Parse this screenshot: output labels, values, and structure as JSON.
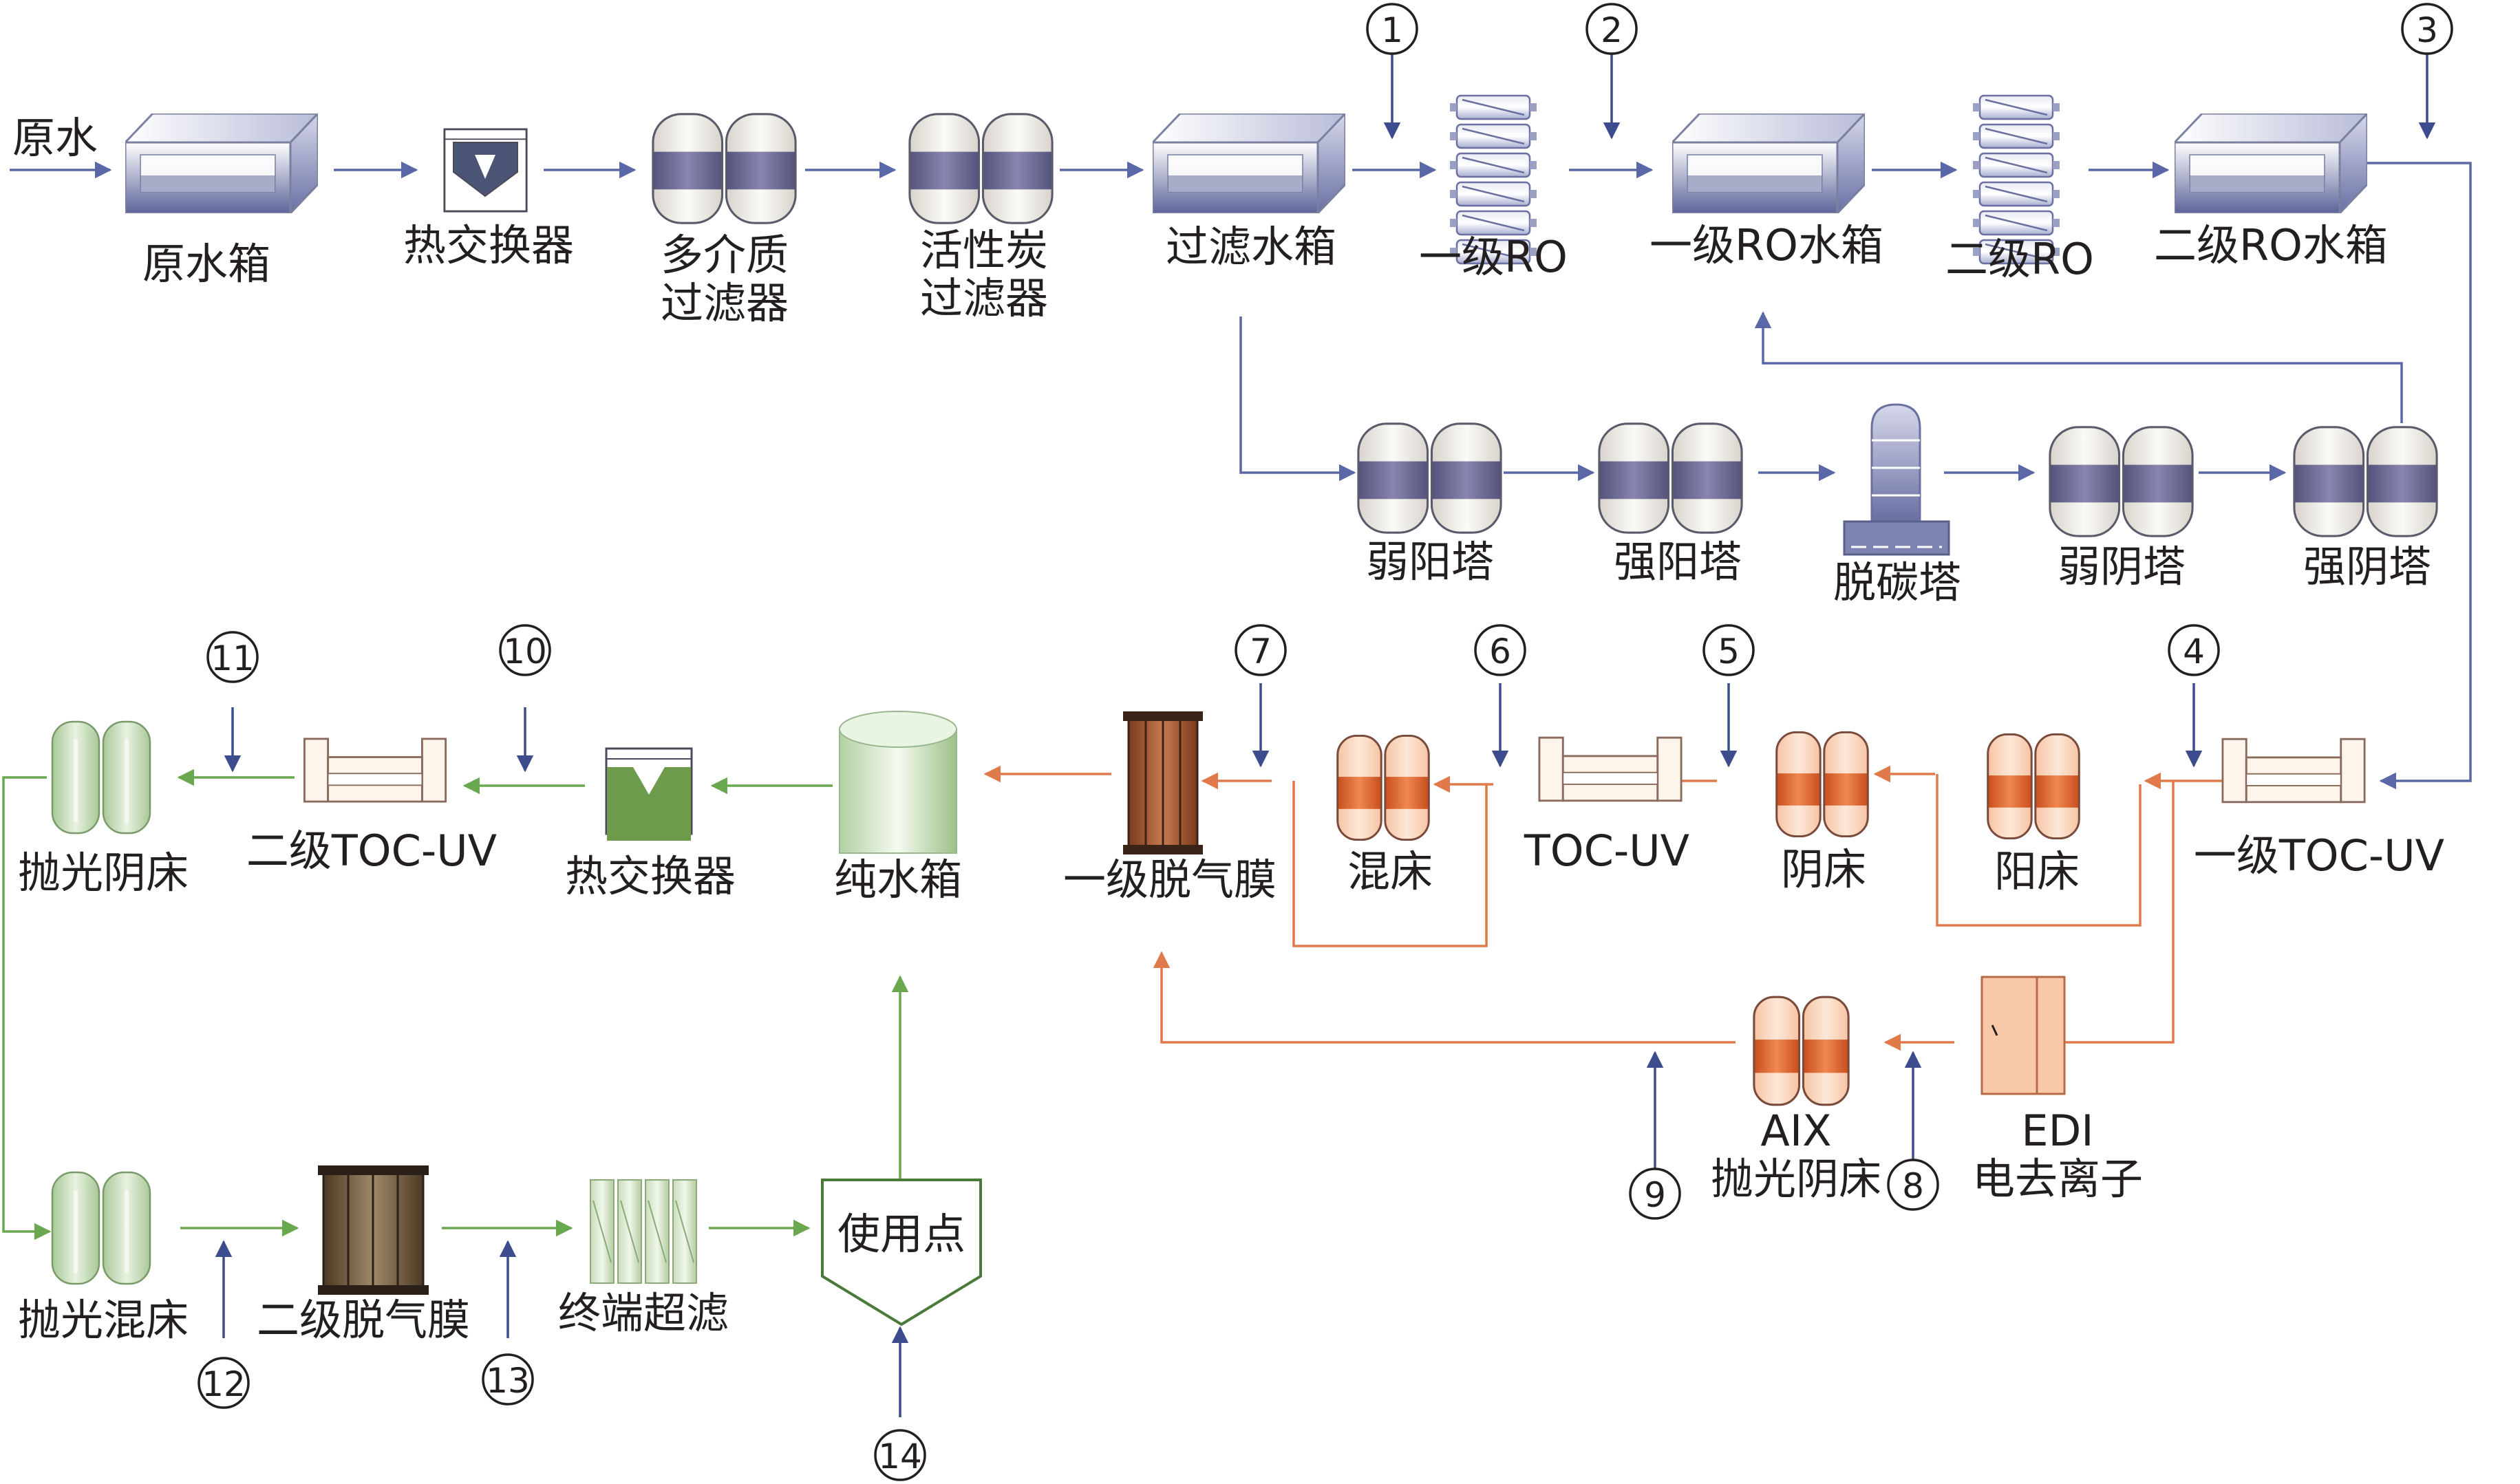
{
  "labels": {
    "raw_water": "原水",
    "raw_water_tank": "原水箱",
    "heat_exchanger_1": "热交换器",
    "multimedia_filter_line1": "多介质",
    "multimedia_filter_line2": "过滤器",
    "carbon_filter_line1": "活性炭",
    "carbon_filter_line2": "过滤器",
    "filtered_water_tank": "过滤水箱",
    "ro1": "一级RO",
    "ro1_tank": "一级RO水箱",
    "ro2": "二级RO",
    "ro2_tank": "二级RO水箱",
    "weak_cation": "弱阳塔",
    "strong_cation": "强阳塔",
    "decarbonator": "脱碳塔",
    "weak_anion": "弱阴塔",
    "strong_anion": "强阴塔",
    "toc_uv1": "一级TOC-UV",
    "cation_bed": "阳床",
    "anion_bed": "阴床",
    "toc_uv": "TOC-UV",
    "mixed_bed": "混床",
    "degas1": "一级脱气膜",
    "pure_water_tank": "纯水箱",
    "heat_exchanger_2": "热交换器",
    "toc_uv2": "二级TOC-UV",
    "polish_anion": "抛光阴床",
    "edi_line1": "EDI",
    "edi_line2": "电去离子",
    "aix_line1": "AIX",
    "aix_line2": "抛光阴床",
    "polish_mixed": "抛光混床",
    "degas2": "二级脱气膜",
    "final_uf": "终端超滤",
    "use_point": "使用点"
  },
  "numbers": {
    "n1": "1",
    "n2": "2",
    "n3": "3",
    "n4": "4",
    "n5": "5",
    "n6": "6",
    "n7": "7",
    "n8": "8",
    "n9": "9",
    "n10": "10",
    "n11": "11",
    "n12": "12",
    "n13": "13",
    "n14": "14"
  },
  "colors": {
    "blue_flow": "#5a68a8",
    "orange_flow": "#e07a4a",
    "green_flow": "#6aa84f",
    "resin_band_blue": "#6c6b94",
    "resin_band_orange": "#e0652e",
    "vessel_green": "#c8dcbc"
  }
}
